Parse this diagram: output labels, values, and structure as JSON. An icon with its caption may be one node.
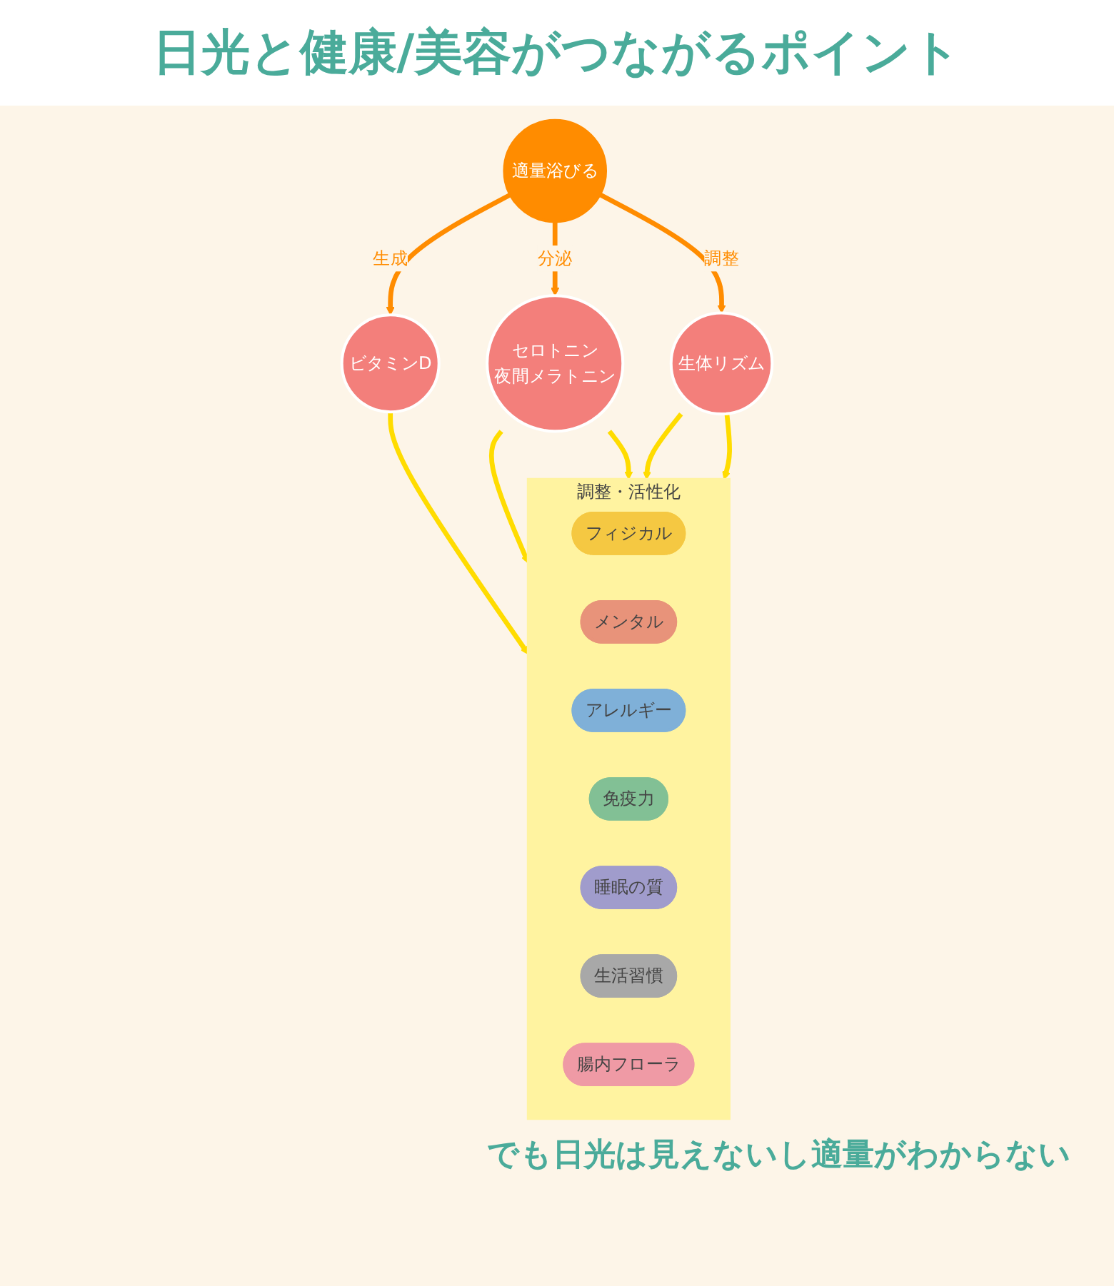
{
  "diagram": {
    "title": "日光と健康/美容がつながるポイント",
    "nodes": [
      {
        "text": [
          "適量浴びる"
        ]
      },
      {
        "text": [
          "ビタミンD"
        ]
      },
      {
        "text": [
          "セロトニン",
          "夜間メラトニン"
        ]
      },
      {
        "text": [
          "生体リズム"
        ]
      },
      {
        "text": [
          "調整・活性化"
        ]
      },
      {
        "text": [
          "フィジカル"
        ],
        "in": 4
      },
      {
        "text": [
          "メンタル"
        ],
        "in": 4
      },
      {
        "text": [
          "アレルギー"
        ],
        "in": 4
      },
      {
        "text": [
          "免疫力"
        ],
        "in": 4
      },
      {
        "text": [
          "睡眠の質"
        ],
        "in": 4
      },
      {
        "text": [
          "生活習慣"
        ],
        "in": 4
      },
      {
        "text": [
          "腸内フローラ"
        ],
        "in": 4
      }
    ],
    "edges": [
      {
        "from": 0,
        "to": 1,
        "arrow": "to",
        "label": "生成",
        "color": "#ff8c00"
      },
      {
        "from": 0,
        "to": 2,
        "arrow": "to",
        "label": "分泌",
        "color": "#ff8c00"
      },
      {
        "from": 0,
        "to": 3,
        "arrow": "to",
        "label": "調整",
        "color": "#ff8c00"
      },
      {
        "from": 1,
        "to": 4,
        "arrow": "to"
      },
      {
        "from": 2,
        "to": 4,
        "arrow": "to"
      },
      {
        "from": 2,
        "to": 4,
        "arrow": "to"
      },
      {
        "from": 3,
        "to": 4,
        "arrow": "to"
      },
      {
        "from": 3,
        "to": 4,
        "arrow": "to"
      }
    ],
    "labels": [
      "でも日光は見えないし適量がわからない"
    ]
  }
}
